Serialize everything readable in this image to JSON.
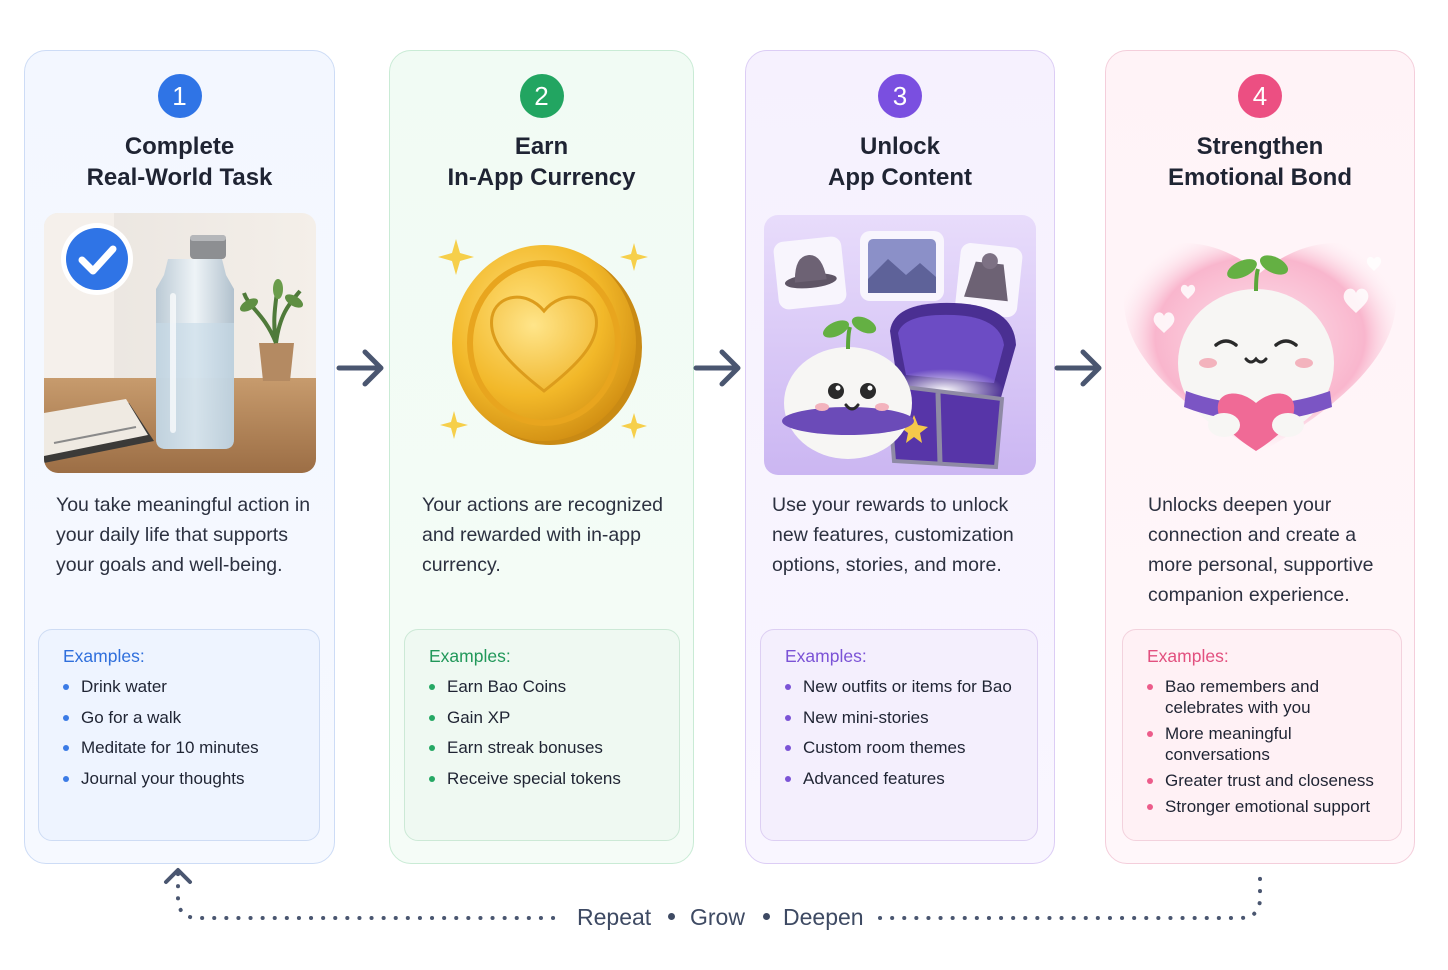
{
  "steps": [
    {
      "number": "1",
      "title_line1": "Complete",
      "title_line2": "Real-World Task",
      "description": "You take meaningful action in your daily life that supports your goals and well-being.",
      "examples_heading": "Examples:",
      "examples": [
        "Drink water",
        "Go for a walk",
        "Meditate for 10 minutes",
        "Journal your thoughts"
      ],
      "accent": "#2f74e6"
    },
    {
      "number": "2",
      "title_line1": "Earn",
      "title_line2": "In-App Currency",
      "description": "Your actions are recognized and rewarded with in-app currency.",
      "examples_heading": "Examples:",
      "examples": [
        "Earn Bao Coins",
        "Gain XP",
        "Earn streak bonuses",
        "Receive special tokens"
      ],
      "accent": "#22a561"
    },
    {
      "number": "3",
      "title_line1": "Unlock",
      "title_line2": "App Content",
      "description": "Use your rewards to unlock new features, customization options, stories, and more.",
      "examples_heading": "Examples:",
      "examples": [
        "New outfits or items for Bao",
        "New mini-stories",
        "Custom room themes",
        "Advanced features"
      ],
      "accent": "#7a4fe0"
    },
    {
      "number": "4",
      "title_line1": "Strengthen",
      "title_line2": "Emotional Bond",
      "description": "Unlocks deepen your connection and create a more personal, supportive companion experience.",
      "examples_heading": "Examples:",
      "examples": [
        "Bao remembers and celebrates with you",
        "More meaningful conversations",
        "Greater trust and closeness",
        "Stronger emotional support"
      ],
      "accent": "#ec4f82"
    }
  ],
  "loop": {
    "word1": "Repeat",
    "word2": "Grow",
    "word3": "Deepen"
  },
  "icons": {
    "step1": "checkmark-badge-icon",
    "step2": "heart-coin-icon",
    "step3": "treasure-chest-icon",
    "step4": "heart-hug-icon",
    "flow": "arrow-right-icon",
    "loop": "arrow-up-icon"
  }
}
